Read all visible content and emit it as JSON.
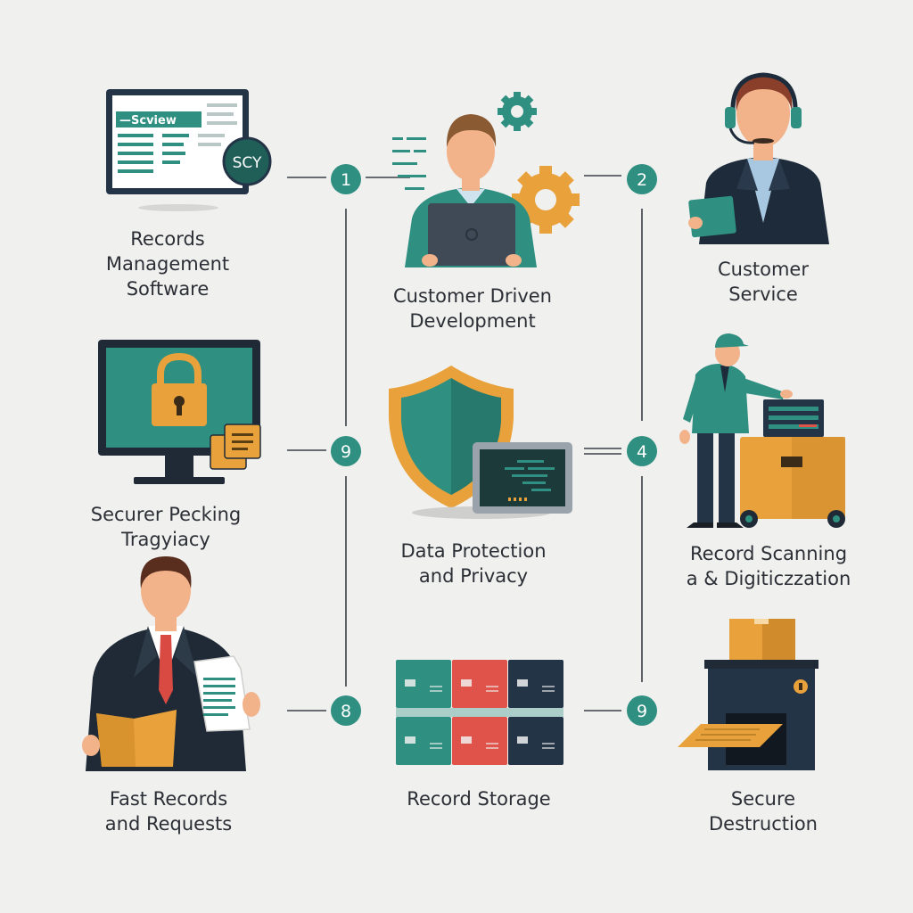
{
  "colors": {
    "teal": "#2f8f80",
    "teal_dark": "#1f5f58",
    "navy": "#243447",
    "orange": "#e9a23b",
    "red": "#e0534a",
    "background": "#f0f0ef",
    "line": "#3a3f47"
  },
  "services": [
    {
      "lines": [
        "Records",
        "Management",
        "Software"
      ],
      "icon": "monitor-software-icon"
    },
    {
      "lines": [
        "Customer Driven",
        "Development"
      ],
      "icon": "developer-laptop-icon"
    },
    {
      "lines": [
        "Customer",
        "Service"
      ],
      "icon": "headset-agent-icon"
    },
    {
      "lines": [
        "Securer Pecking",
        "Tragyiacy"
      ],
      "icon": "locked-monitor-icon"
    },
    {
      "lines": [
        "Data Protection",
        "and Privacy"
      ],
      "icon": "shield-icon"
    },
    {
      "lines": [
        "Record Scanning",
        "a & Digiticzzation"
      ],
      "icon": "scanning-worker-icon"
    },
    {
      "lines": [
        "Fast Records",
        "and Requests"
      ],
      "icon": "businessman-documents-icon"
    },
    {
      "lines": [
        "Record Storage"
      ],
      "icon": "storage-boxes-icon"
    },
    {
      "lines": [
        "Secure",
        "Destruction"
      ],
      "icon": "shredder-icon"
    }
  ],
  "badges": [
    "1",
    "2",
    "9",
    "4",
    "8",
    "9"
  ],
  "software_screen": {
    "title": "—Scview",
    "badge": "SCY"
  }
}
